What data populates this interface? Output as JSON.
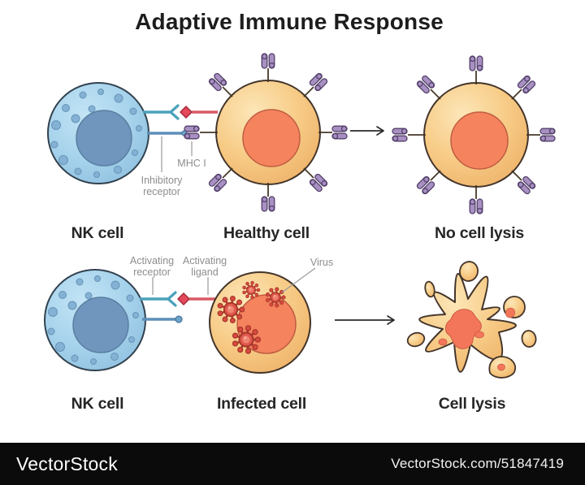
{
  "title": "Adaptive Immune Response",
  "annotations": {
    "mhc": "MHC I",
    "inhibitory_receptor": "Inhibitory\nreceptor",
    "activating_receptor": "Activating\nreceptor",
    "activating_ligand": "Activating\nligand",
    "virus": "Virus"
  },
  "rows": [
    {
      "nk_label": "NK cell",
      "cell_label": "Healthy cell",
      "result_label": "No cell lysis"
    },
    {
      "nk_label": "NK cell",
      "cell_label": "Infected cell",
      "result_label": "Cell lysis"
    }
  ],
  "footer": {
    "brand": "VectorStock",
    "credit": "VectorStock.com/51847419"
  },
  "palette": {
    "nk_cell": "#a7d3ec",
    "nk_nucleus": "#7096bd",
    "target_cell": "#f7cb86",
    "target_nucleus": "#f4835e",
    "mhc_purple": "#a890c2",
    "receptor_teal": "#4aa2bb",
    "ligand_red": "#e4485a",
    "inhibitory_blue": "#5d8fb8",
    "virus_red": "#e05a4c",
    "footer_bg": "#0b0b0b"
  }
}
